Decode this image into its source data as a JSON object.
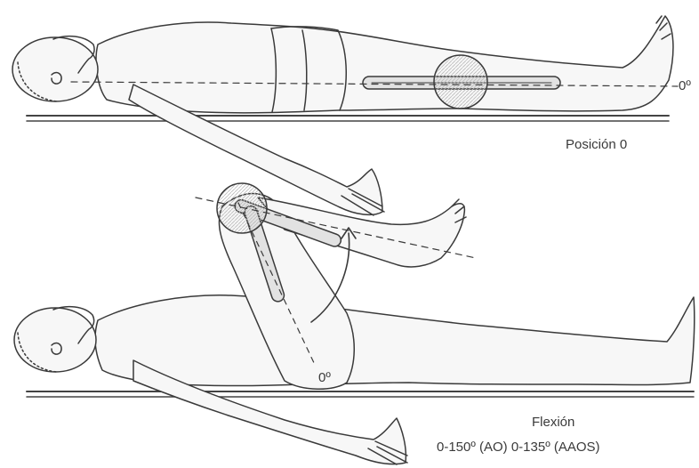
{
  "labels": {
    "angle_top": "0º",
    "position_zero": "Posición 0",
    "angle_bottom": "0º",
    "flexion_title": "Flexión",
    "flexion_range": "0-150º (AO) 0-135º (AAOS)"
  },
  "colors": {
    "line": "#3a3a3a",
    "skin": "#f7f7f7",
    "goniometer": "#e2e2e2",
    "table": "#444444"
  }
}
